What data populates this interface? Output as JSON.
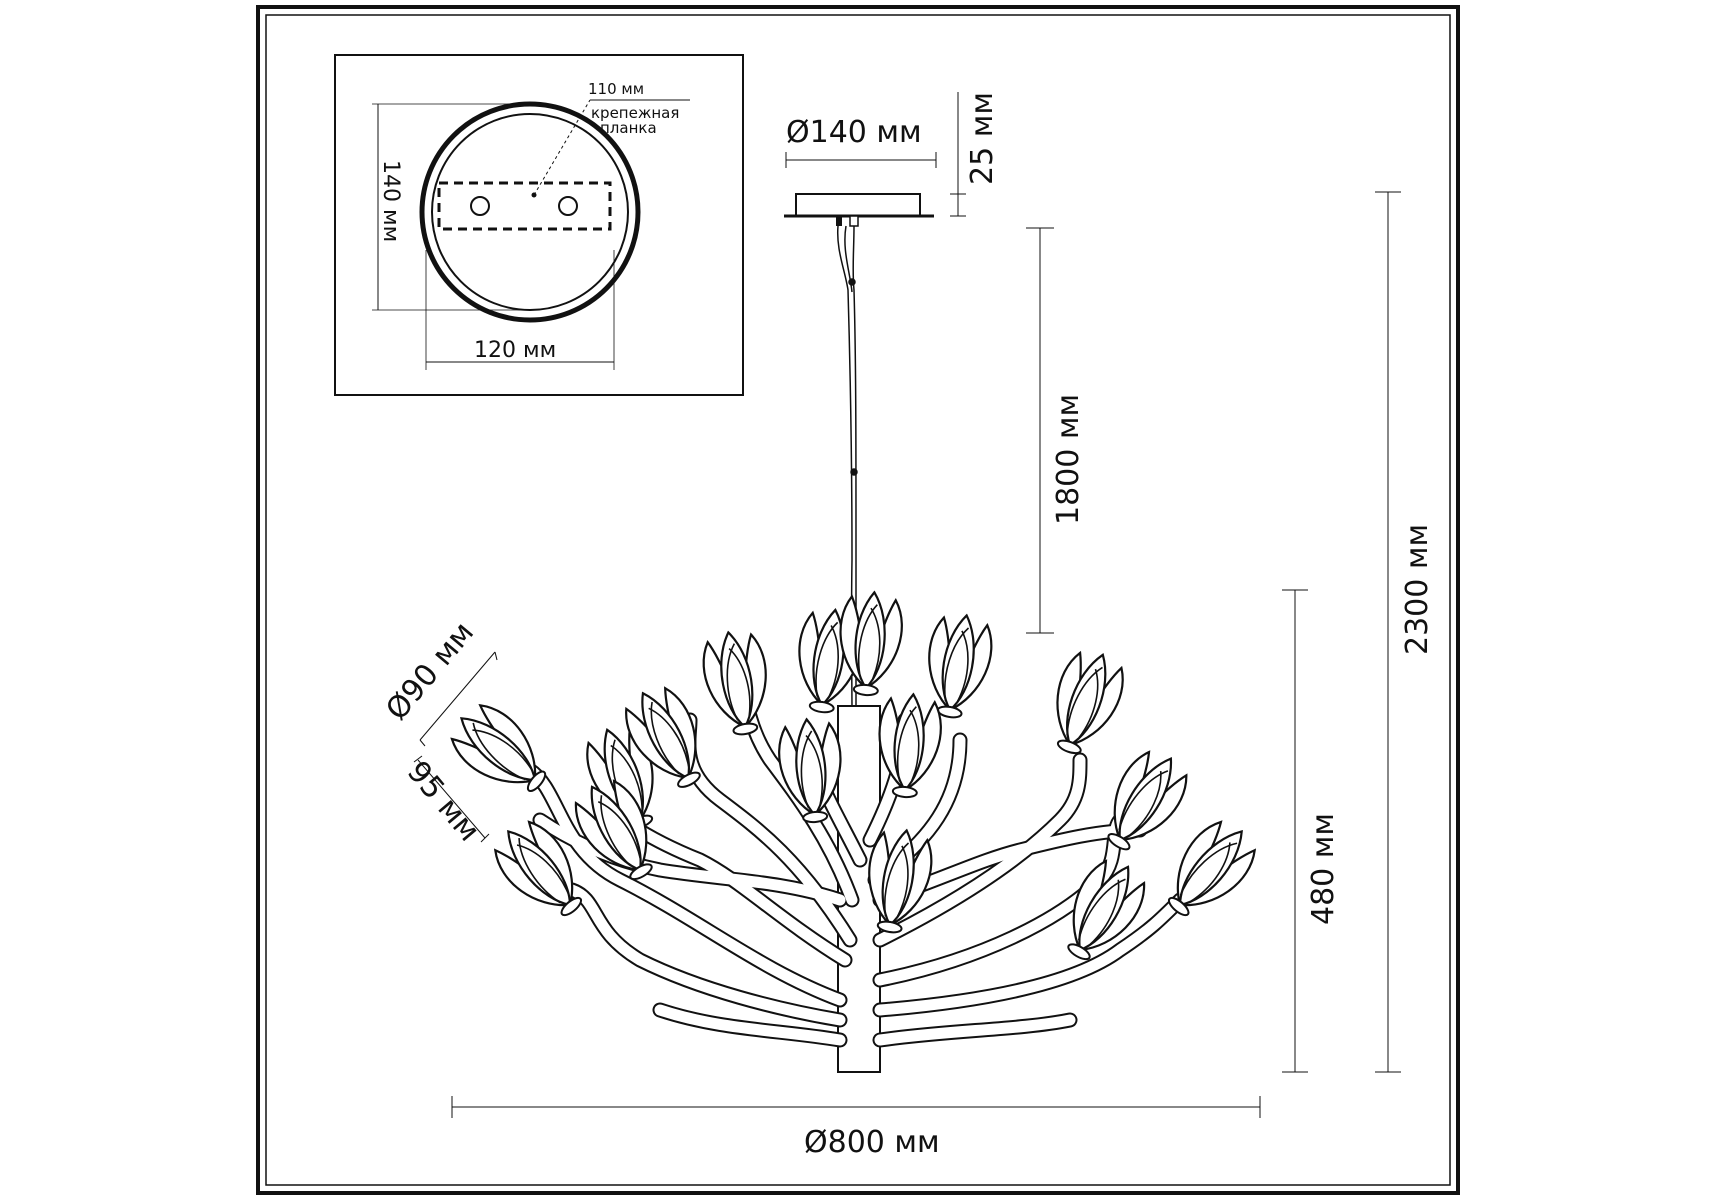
{
  "inset": {
    "label_110": "110 мм",
    "label_mount_line1": "крепежная",
    "label_mount_line2": "планка",
    "label_140": "140 мм",
    "label_120": "120 мм"
  },
  "dimensions": {
    "canopy_diameter": "Ø140 мм",
    "canopy_height": "25 мм",
    "cable_length": "1800 мм",
    "total_height": "2300 мм",
    "body_height": "480 мм",
    "overall_diameter": "Ø800 мм",
    "flower_diameter": "Ø90 мм",
    "flower_length": "95 мм"
  },
  "colors": {
    "ink": "#111111",
    "background": "#ffffff"
  }
}
